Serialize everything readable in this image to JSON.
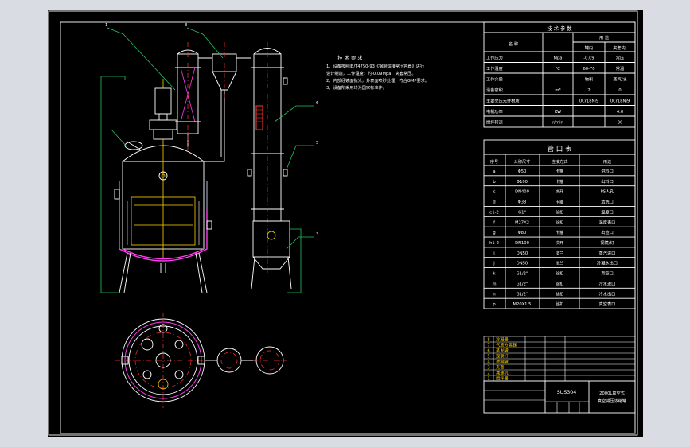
{
  "notes": {
    "title": "技 术 要 求",
    "lines": [
      "1、设备按照JB/T4750-93《钢制焊接常压容器》进行",
      "设计制造，工作温度：约-0.09Mpa，夹套常压。",
      "2、内部经镜面抛光，外表面喷砂处理，符合GMP要求。",
      "3、设备所采用均为国家标准件。"
    ]
  },
  "tech_params": {
    "title": "技 术 参 数",
    "header_use": "用 途",
    "header_item": "名 称",
    "col_a": "罐内",
    "col_b": "夹套内",
    "rows": [
      {
        "name": "工作压力",
        "unit": "Mpa",
        "a": "-0.09",
        "b": "常压"
      },
      {
        "name": "工作温度",
        "unit": "℃",
        "a": "60-70",
        "b": "常温"
      },
      {
        "name": "工作介质",
        "unit": "",
        "a": "物料",
        "b": "蒸汽/水"
      },
      {
        "name": "设备容积",
        "unit": "m³",
        "a": "2",
        "b": "0"
      },
      {
        "name": "主要受压元件材质",
        "unit": "",
        "a": "0Cr18Ni9",
        "b": "0Cr18Ni9"
      },
      {
        "name": "电机功率",
        "unit": "KW",
        "a": "",
        "b": "4.0"
      },
      {
        "name": "搅拌转速",
        "unit": "r/min",
        "a": "",
        "b": "36"
      }
    ]
  },
  "nozzles": {
    "title": "管 口 表",
    "headers": [
      "序号",
      "公称尺寸",
      "连接方式",
      "用途"
    ],
    "rows": [
      [
        "a",
        "Φ50",
        "卡箍",
        "进料口"
      ],
      [
        "b",
        "Φ100",
        "卡箍",
        "出料口"
      ],
      [
        "c",
        "DN400",
        "快开",
        "PS人孔"
      ],
      [
        "d",
        "Φ38",
        "卡箍",
        "清洗口"
      ],
      [
        "e1-2",
        "G1\"",
        "丝扣",
        "温度口"
      ],
      [
        "f",
        "M27X2",
        "丝扣",
        "温度表口"
      ],
      [
        "g",
        "Φ80",
        "卡箍",
        "出渣口"
      ],
      [
        "h1-2",
        "DN100",
        "快开",
        "视镜/灯"
      ],
      [
        "i",
        "DN50",
        "法兰",
        "蒸汽进口"
      ],
      [
        "j",
        "DN50",
        "法兰",
        "冷凝水出口"
      ],
      [
        "k",
        "G1/2\"",
        "丝扣",
        "真空口"
      ],
      [
        "m",
        "G1/2\"",
        "丝扣",
        "冷水进口"
      ],
      [
        "n",
        "G1/2\"",
        "丝扣",
        "冷水出口"
      ],
      [
        "p",
        "M20X1.5",
        "丝扣",
        "真空表口"
      ]
    ]
  },
  "parts_list": {
    "rows": [
      [
        "8",
        "冷凝器"
      ],
      [
        "7",
        "气液分离器"
      ],
      [
        "6",
        "蒸发罐"
      ],
      [
        "5",
        "观察灯"
      ],
      [
        "4",
        "浓缩罐"
      ],
      [
        "3",
        "夹套"
      ],
      [
        "2",
        "减速机"
      ],
      [
        "1",
        "搅拌器"
      ]
    ]
  },
  "title_block": {
    "material": "SUS304",
    "drawing_name_line1": "2000L真空式",
    "drawing_name_line2": "真空减压浓缩罐"
  },
  "colors": {
    "background": "#000000",
    "frame": "#ffffff",
    "leader": "#22c55e",
    "jacket": "#ff3bf0",
    "centerline": "#ff3333"
  }
}
